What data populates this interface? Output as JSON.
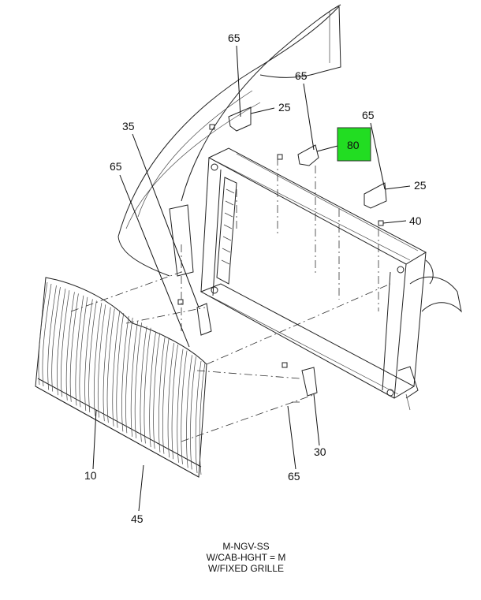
{
  "callouts": [
    {
      "id": "c65a",
      "text": "65"
    },
    {
      "id": "c25a",
      "text": "25"
    },
    {
      "id": "c65b",
      "text": "65"
    },
    {
      "id": "c65c",
      "text": "65"
    },
    {
      "id": "c80",
      "text": "80"
    },
    {
      "id": "c35",
      "text": "35"
    },
    {
      "id": "c65d",
      "text": "65"
    },
    {
      "id": "c25b",
      "text": "25"
    },
    {
      "id": "c40",
      "text": "40"
    },
    {
      "id": "c30",
      "text": "30"
    },
    {
      "id": "c65e",
      "text": "65"
    },
    {
      "id": "c10",
      "text": "10"
    },
    {
      "id": "c45",
      "text": "45"
    }
  ],
  "caption": {
    "line1": "M-NGV-SS",
    "line2": "W/CAB-HGHT = M",
    "line3": "W/FIXED GRILLE"
  },
  "colors": {
    "highlight": "#22dd22"
  }
}
